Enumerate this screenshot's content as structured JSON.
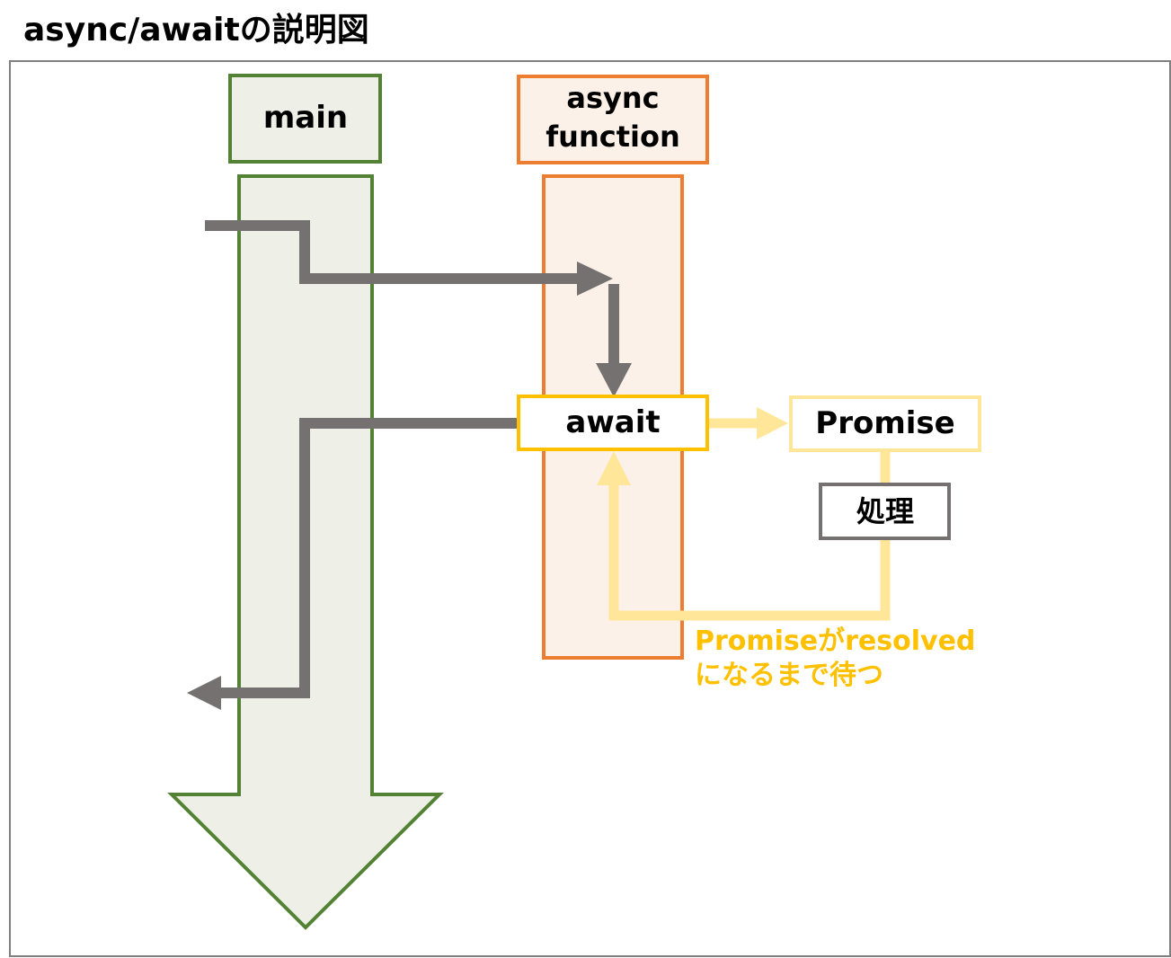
{
  "title": "async/awaitの説明図",
  "labels": {
    "main": "main",
    "async_line1": "async",
    "async_line2": "function",
    "await": "await",
    "promise": "Promise",
    "process": "処理",
    "note_line1": "Promiseがresolved",
    "note_line2": "になるまで待つ"
  },
  "colors": {
    "green_border": "#548235",
    "green_fill": "#eef0e8",
    "orange_border": "#ed7d31",
    "orange_fill": "#fcf1e8",
    "gold": "#ffc000",
    "light_gold": "#ffe699",
    "gray_arrow": "#767171",
    "frame": "#7f7f7f"
  }
}
